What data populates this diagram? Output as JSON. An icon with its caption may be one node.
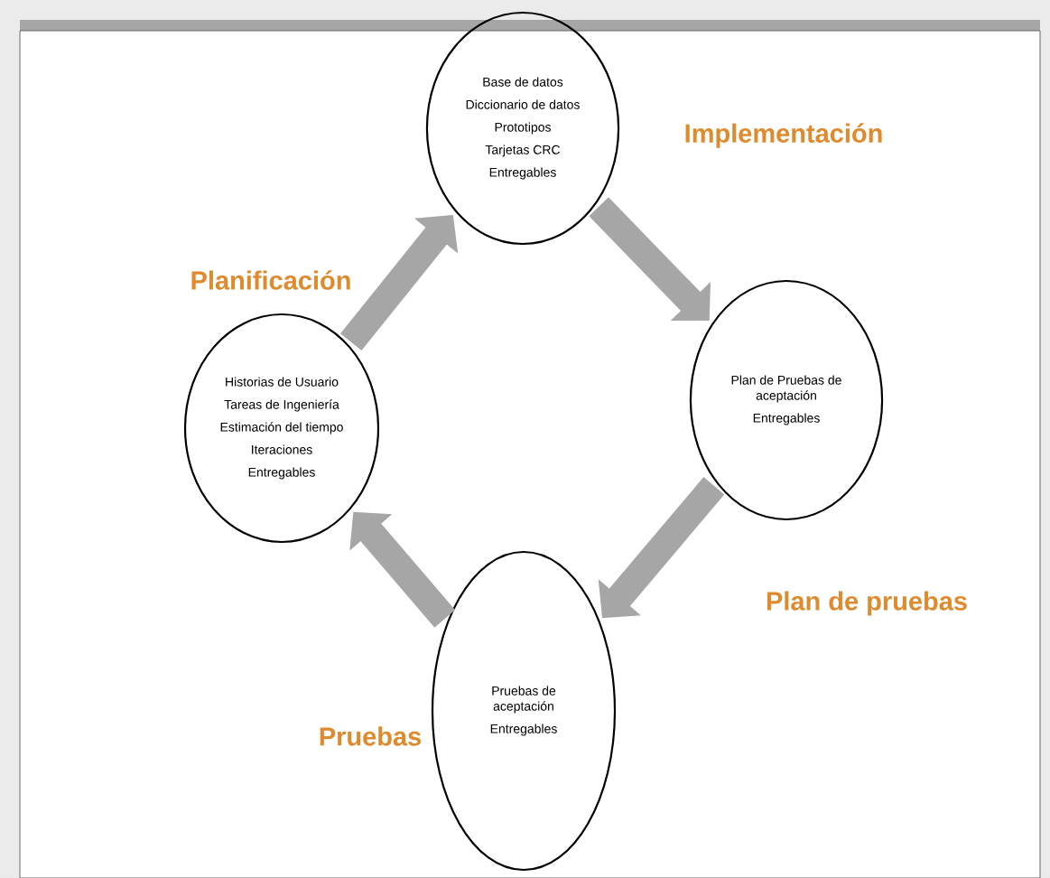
{
  "diagram": {
    "nodes": [
      {
        "text": [
          "Base de datos",
          "Diccionario de datos",
          "Prototipos",
          "Tarjetas CRC",
          "Entregables"
        ],
        "beside": [
          "Implementación"
        ]
      },
      {
        "text": [
          "Historias de Usuario",
          "Tareas de Ingeniería",
          "Estimación del tiempo",
          "Iteraciones",
          "Entregables"
        ],
        "beside": [
          "Planificación"
        ]
      },
      {
        "text": [
          "Plan de Pruebas de aceptación",
          "Entregables"
        ],
        "beside": [
          "Plan de pruebas"
        ]
      },
      {
        "text": [
          "Pruebas de aceptación",
          "Entregables"
        ],
        "beside": [
          "Pruebas"
        ]
      }
    ],
    "edges": [
      {
        "from": 1,
        "to": 0,
        "arrow": "to"
      },
      {
        "from": 0,
        "to": 2,
        "arrow": "to"
      },
      {
        "from": 2,
        "to": 3,
        "arrow": "to"
      },
      {
        "from": 3,
        "to": 1,
        "arrow": "to"
      }
    ]
  }
}
